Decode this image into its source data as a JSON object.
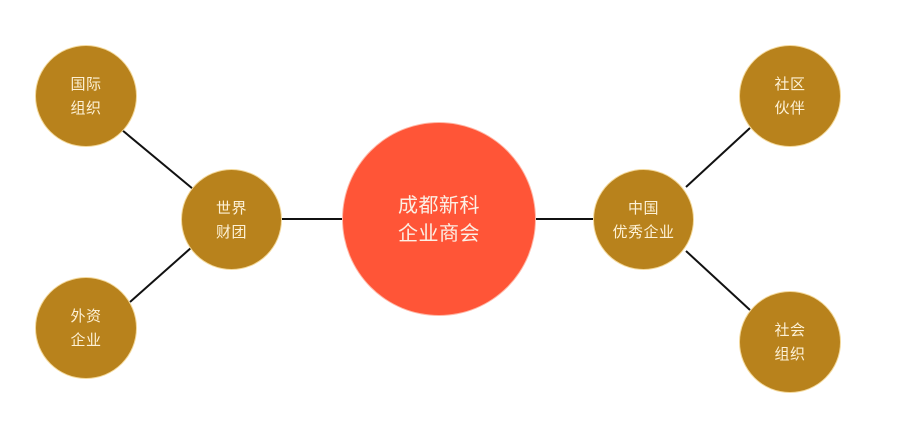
{
  "diagram": {
    "colors": {
      "satellite_fill": "#B8821C",
      "hub_fill": "#FF5537",
      "label_text": "#FDF1D6",
      "connector": "#111111",
      "background": "#FFFFFF"
    },
    "center": {
      "id": "center",
      "line1": "成都新科",
      "line2": "企业商会"
    },
    "nodes": {
      "world_consortium": {
        "line1": "世界",
        "line2": "财团"
      },
      "intl_org": {
        "line1": "国际",
        "line2": "组织"
      },
      "foreign_enterprise": {
        "line1": "外资",
        "line2": "企业"
      },
      "china_enterprise": {
        "line1": "中国",
        "line2": "优秀企业"
      },
      "community_partner": {
        "line1": "社区",
        "line2": "伙伴"
      },
      "social_org": {
        "line1": "社会",
        "line2": "组织"
      }
    },
    "edges": [
      {
        "from": "intl_org",
        "to": "world_consortium"
      },
      {
        "from": "foreign_enterprise",
        "to": "world_consortium"
      },
      {
        "from": "world_consortium",
        "to": "center"
      },
      {
        "from": "center",
        "to": "china_enterprise"
      },
      {
        "from": "china_enterprise",
        "to": "community_partner"
      },
      {
        "from": "china_enterprise",
        "to": "social_org"
      }
    ]
  }
}
